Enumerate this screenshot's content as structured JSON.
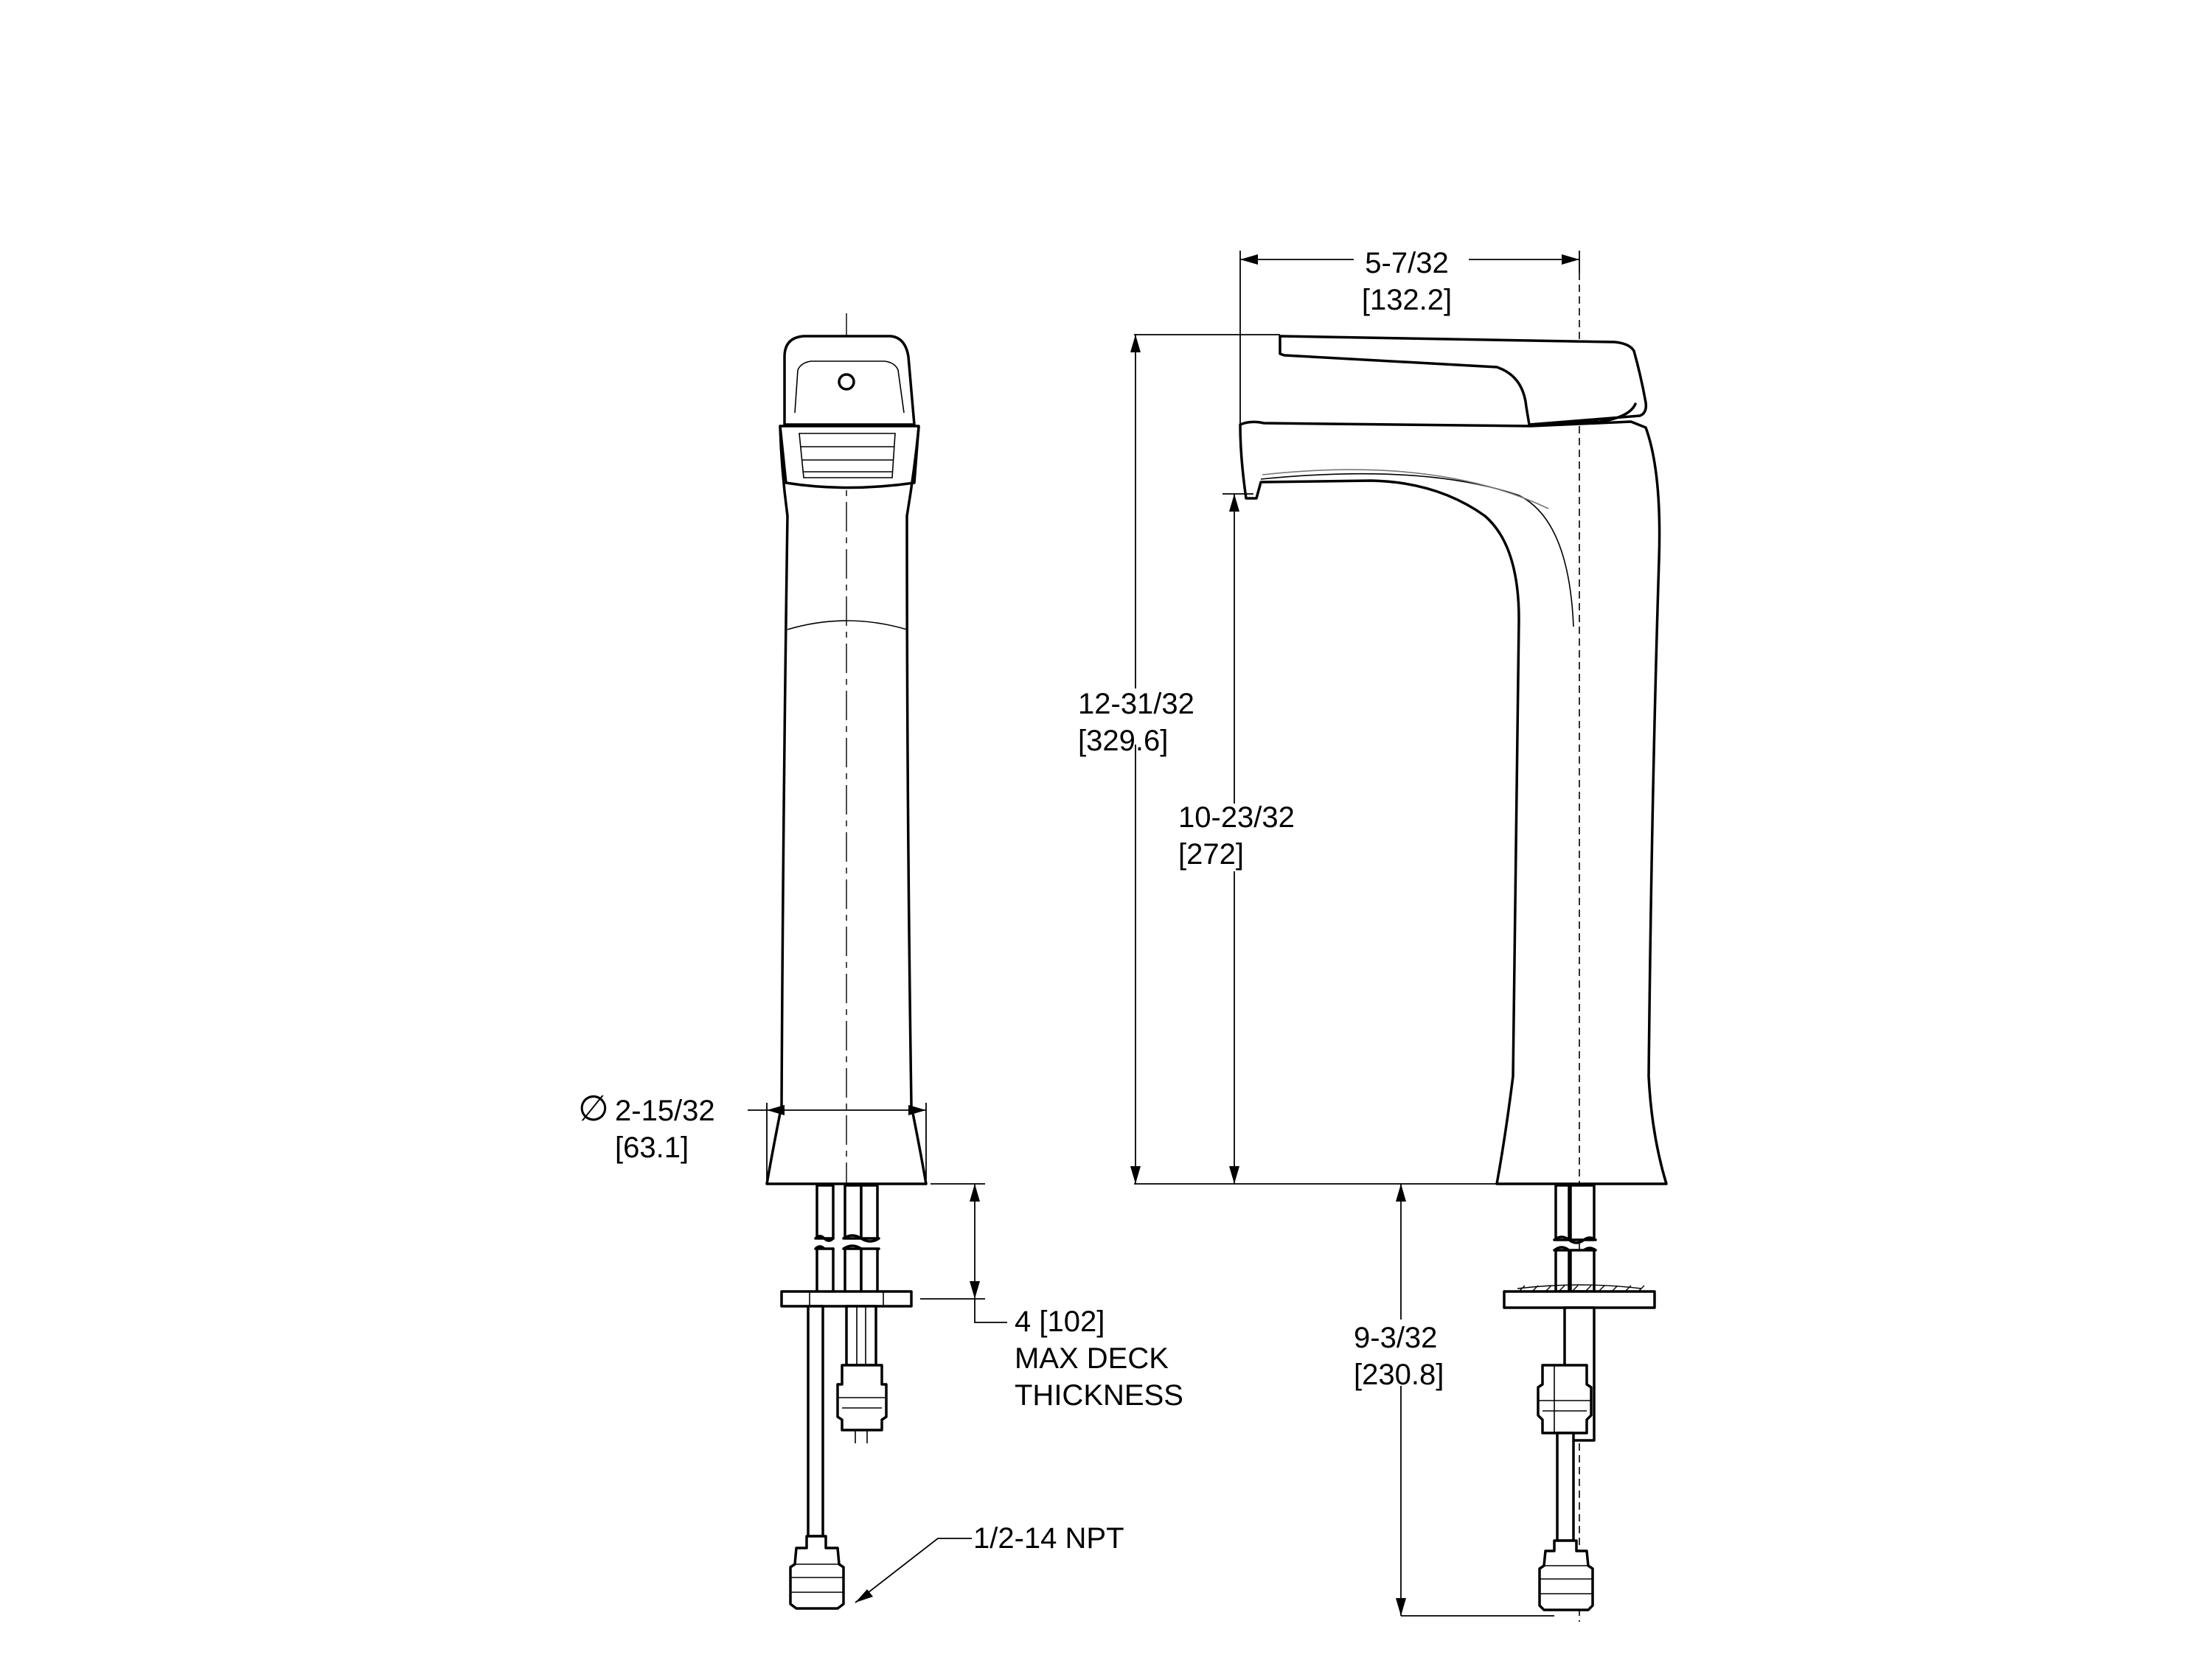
{
  "dimensions": {
    "spout_reach": {
      "imperial": "5-7/32",
      "metric": "[132.2]"
    },
    "overall_height": {
      "imperial": "12-31/32",
      "metric": "[329.6]"
    },
    "spout_height": {
      "imperial": "10-23/32",
      "metric": "[272]"
    },
    "base_diameter": {
      "symbol": "∅",
      "imperial": "2-15/32",
      "metric": "[63.1]"
    },
    "deck_thickness": {
      "line1": "4 [102]",
      "line2": "MAX DECK",
      "line3": "THICKNESS"
    },
    "shank_length": {
      "imperial": "9-3/32",
      "metric": "[230.8]"
    },
    "connection": {
      "label": "1/2-14 NPT"
    }
  }
}
